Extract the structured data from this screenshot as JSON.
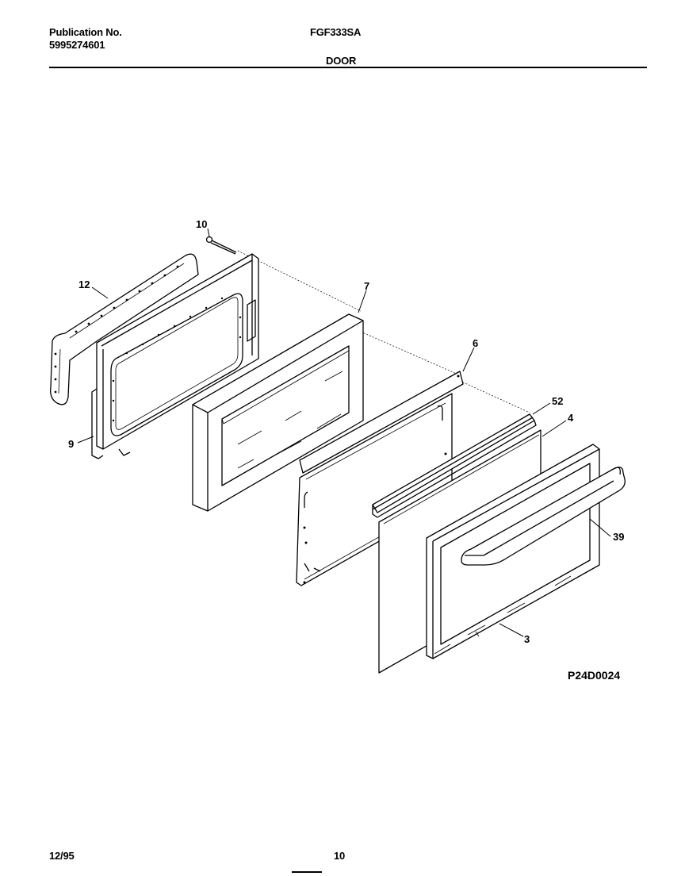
{
  "header": {
    "publication_label": "Publication No.",
    "publication_number": "5995274601",
    "model": "FGF333SA",
    "section": "DOOR"
  },
  "footer": {
    "date": "12/95",
    "page_number": "10"
  },
  "diagram": {
    "figure_code": "P24D0024",
    "callouts": [
      "10",
      "12",
      "7",
      "6",
      "52",
      "4",
      "39",
      "9",
      "3"
    ]
  }
}
